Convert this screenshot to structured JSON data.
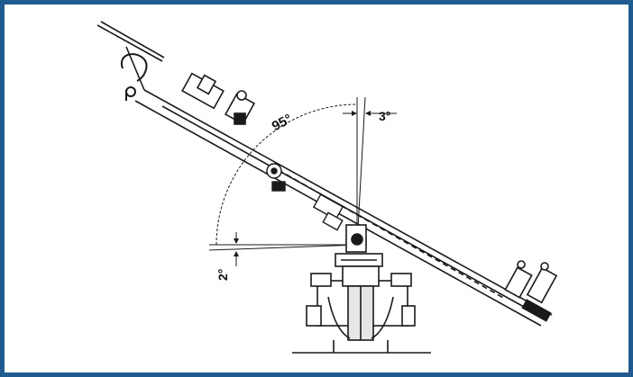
{
  "colors": {
    "frame_border": "#1f5b8f",
    "line": "#1a1a1a",
    "background": "#ffffff"
  },
  "angles": {
    "swing": "95°",
    "tilt_right": "3°",
    "tilt_down": "2°"
  }
}
